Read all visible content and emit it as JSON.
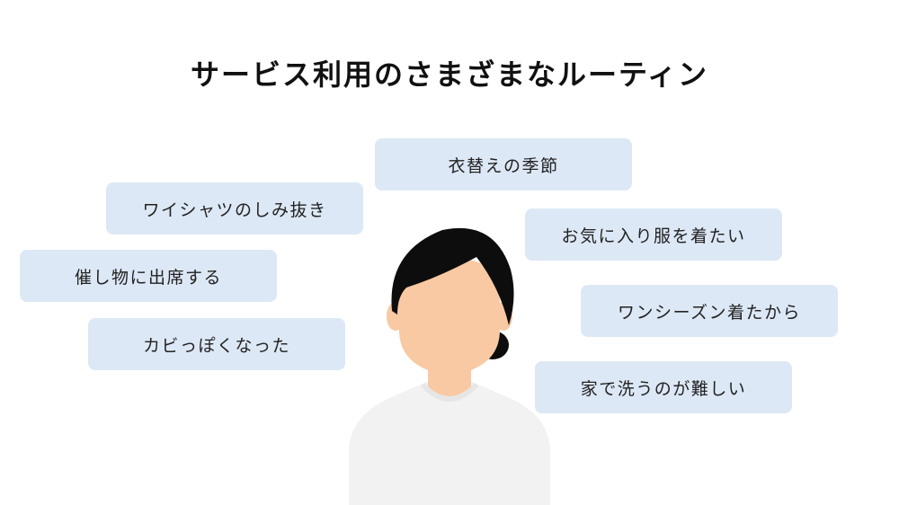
{
  "title": "サービス利用のさまざまなルーティン",
  "bubbles": {
    "lapel": "衣替えの季節",
    "wshirt": "ワイシャツのしみ抜き",
    "fav": "お気に入り服を着たい",
    "event": "催し物に出席する",
    "season": "ワンシーズン着たから",
    "mold": "カビっぽくなった",
    "home": "家で洗うのが難しい"
  },
  "colors": {
    "bubble_bg": "#dde8f6",
    "hair": "#0d0d0d",
    "skin": "#f9c9a3",
    "shirt": "#f2f2f2"
  }
}
